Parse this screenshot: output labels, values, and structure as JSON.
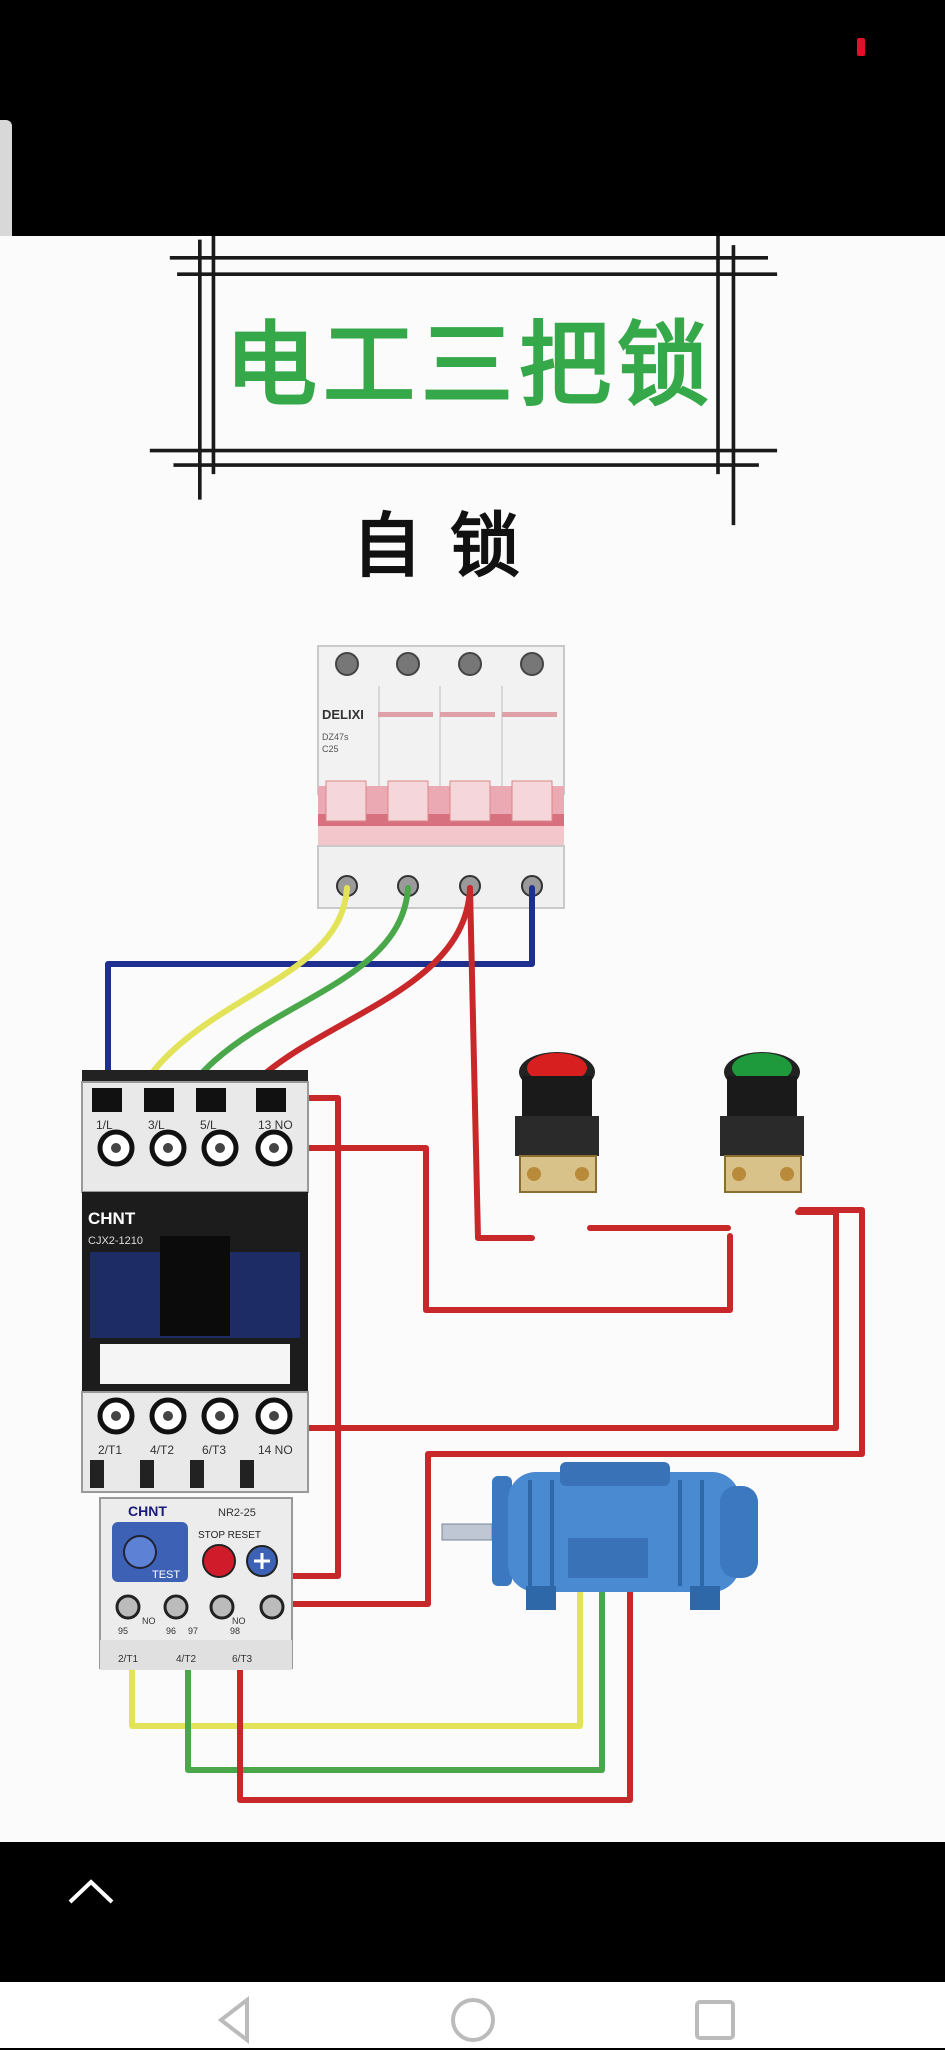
{
  "title": "电工三把锁",
  "subtitle": "自锁",
  "breaker": {
    "brand": "DELIXI",
    "model": "DZ47s",
    "rating": "C25"
  },
  "contactor": {
    "brand": "CHNT",
    "model": "CJX2-1210",
    "top_terminals": [
      "1/L",
      "3/L",
      "5/L",
      "13 NO"
    ],
    "bottom_terminals": [
      "2/T1",
      "4/T2",
      "6/T3",
      "14 NO"
    ]
  },
  "overload_relay": {
    "brand": "CHNT",
    "model": "NR2-25",
    "stop_reset": "STOP RESET",
    "test": "TEST",
    "contacts": [
      "95",
      "NO",
      "96",
      "97",
      "NO",
      "98"
    ],
    "terminals": [
      "2/T1",
      "4/T2",
      "6/T3"
    ]
  },
  "buttons": [
    {
      "name": "stop",
      "color": "#d81f1f"
    },
    {
      "name": "start",
      "color": "#1e9a3c"
    }
  ],
  "colors": {
    "title": "#35a84a",
    "wire_red": "#c8282a",
    "wire_blue": "#1f2f8f",
    "wire_yellow": "#e3e35a",
    "wire_green": "#4aa84a"
  },
  "icons": [
    "chevron-up-icon",
    "back-icon",
    "home-icon",
    "recent-apps-icon"
  ]
}
